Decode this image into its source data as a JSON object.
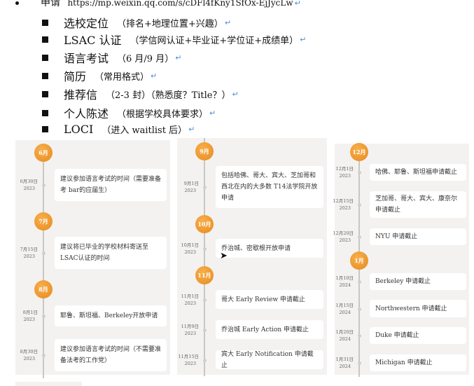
{
  "doc": {
    "top_line": {
      "label": "申请",
      "url": "https://mp.weixin.qq.com/s/cDFl4fKny1SfOx-EjJycLw"
    },
    "items": [
      {
        "title": "选校定位",
        "note": "（排名+地理位置+兴趣）"
      },
      {
        "title": "LSAC 认证",
        "note": "（学信网认证+毕业证+学位证+成绩单）"
      },
      {
        "title": "语言考试",
        "note": "（6 月/9 月）"
      },
      {
        "title": "简历",
        "note": "（常用格式）"
      },
      {
        "title": "推荐信",
        "note": "（2-3 封）（熟悉度？Title？）"
      },
      {
        "title": "个人陈述",
        "note": "（根据学校具体要求）"
      },
      {
        "title": "LOCI",
        "note": "（进入 waitlist 后）"
      }
    ],
    "return_mark": "↵"
  },
  "timeline": {
    "months": [
      "6月",
      "7月",
      "8月",
      "9月",
      "10月",
      "11月",
      "12月",
      "1月"
    ],
    "events": [
      {
        "date": "6月30日",
        "year": "2023",
        "text": "建议参加语言考试的时间（需要准备考 bar的应届生）"
      },
      {
        "date": "7月15日",
        "year": "2023",
        "text": "建议将已毕业的学校材料寄送至LSAC认证的时间"
      },
      {
        "date": "8月1日",
        "year": "2023",
        "text": "耶鲁、斯坦福、Berkeley开放申请"
      },
      {
        "date": "8月30日",
        "year": "2023",
        "text": "建议参加语言考试的时间（不需要准备法考的工作党）"
      },
      {
        "date": "9月1日",
        "year": "2023",
        "text": "包括哈佛、哥大、宾大、芝加哥和西北在内的大多数 T14法学院开放申请"
      },
      {
        "date": "10月1日",
        "year": "2023",
        "text": "乔治城、密歇根开放申请"
      },
      {
        "date": "11月1日",
        "year": "2023",
        "text": "哥大 Early Review 申请截止"
      },
      {
        "date": "11月9日",
        "year": "2023",
        "text": "乔治城 Early Action 申请截止"
      },
      {
        "date": "11月15日",
        "year": "2023",
        "text": "宾大 Early Notification 申请截止"
      },
      {
        "date": "12月1日",
        "year": "2023",
        "text": "哈佛、耶鲁、斯坦福申请截止"
      },
      {
        "date": "12月15日",
        "year": "2023",
        "text": "芝加哥、哥大、宾大、康奈尔申请截止"
      },
      {
        "date": "12月20日",
        "year": "2023",
        "text": "NYU 申请截止"
      },
      {
        "date": "1月10日",
        "year": "2024",
        "text": "Berkeley 申请截止"
      },
      {
        "date": "1月15日",
        "year": "2024",
        "text": "Northwestern 申请截止"
      },
      {
        "date": "1月20日",
        "year": "2024",
        "text": "Duke 申请截止"
      },
      {
        "date": "1月31日",
        "year": "2024",
        "text": "Michigan 申请截止"
      }
    ]
  }
}
